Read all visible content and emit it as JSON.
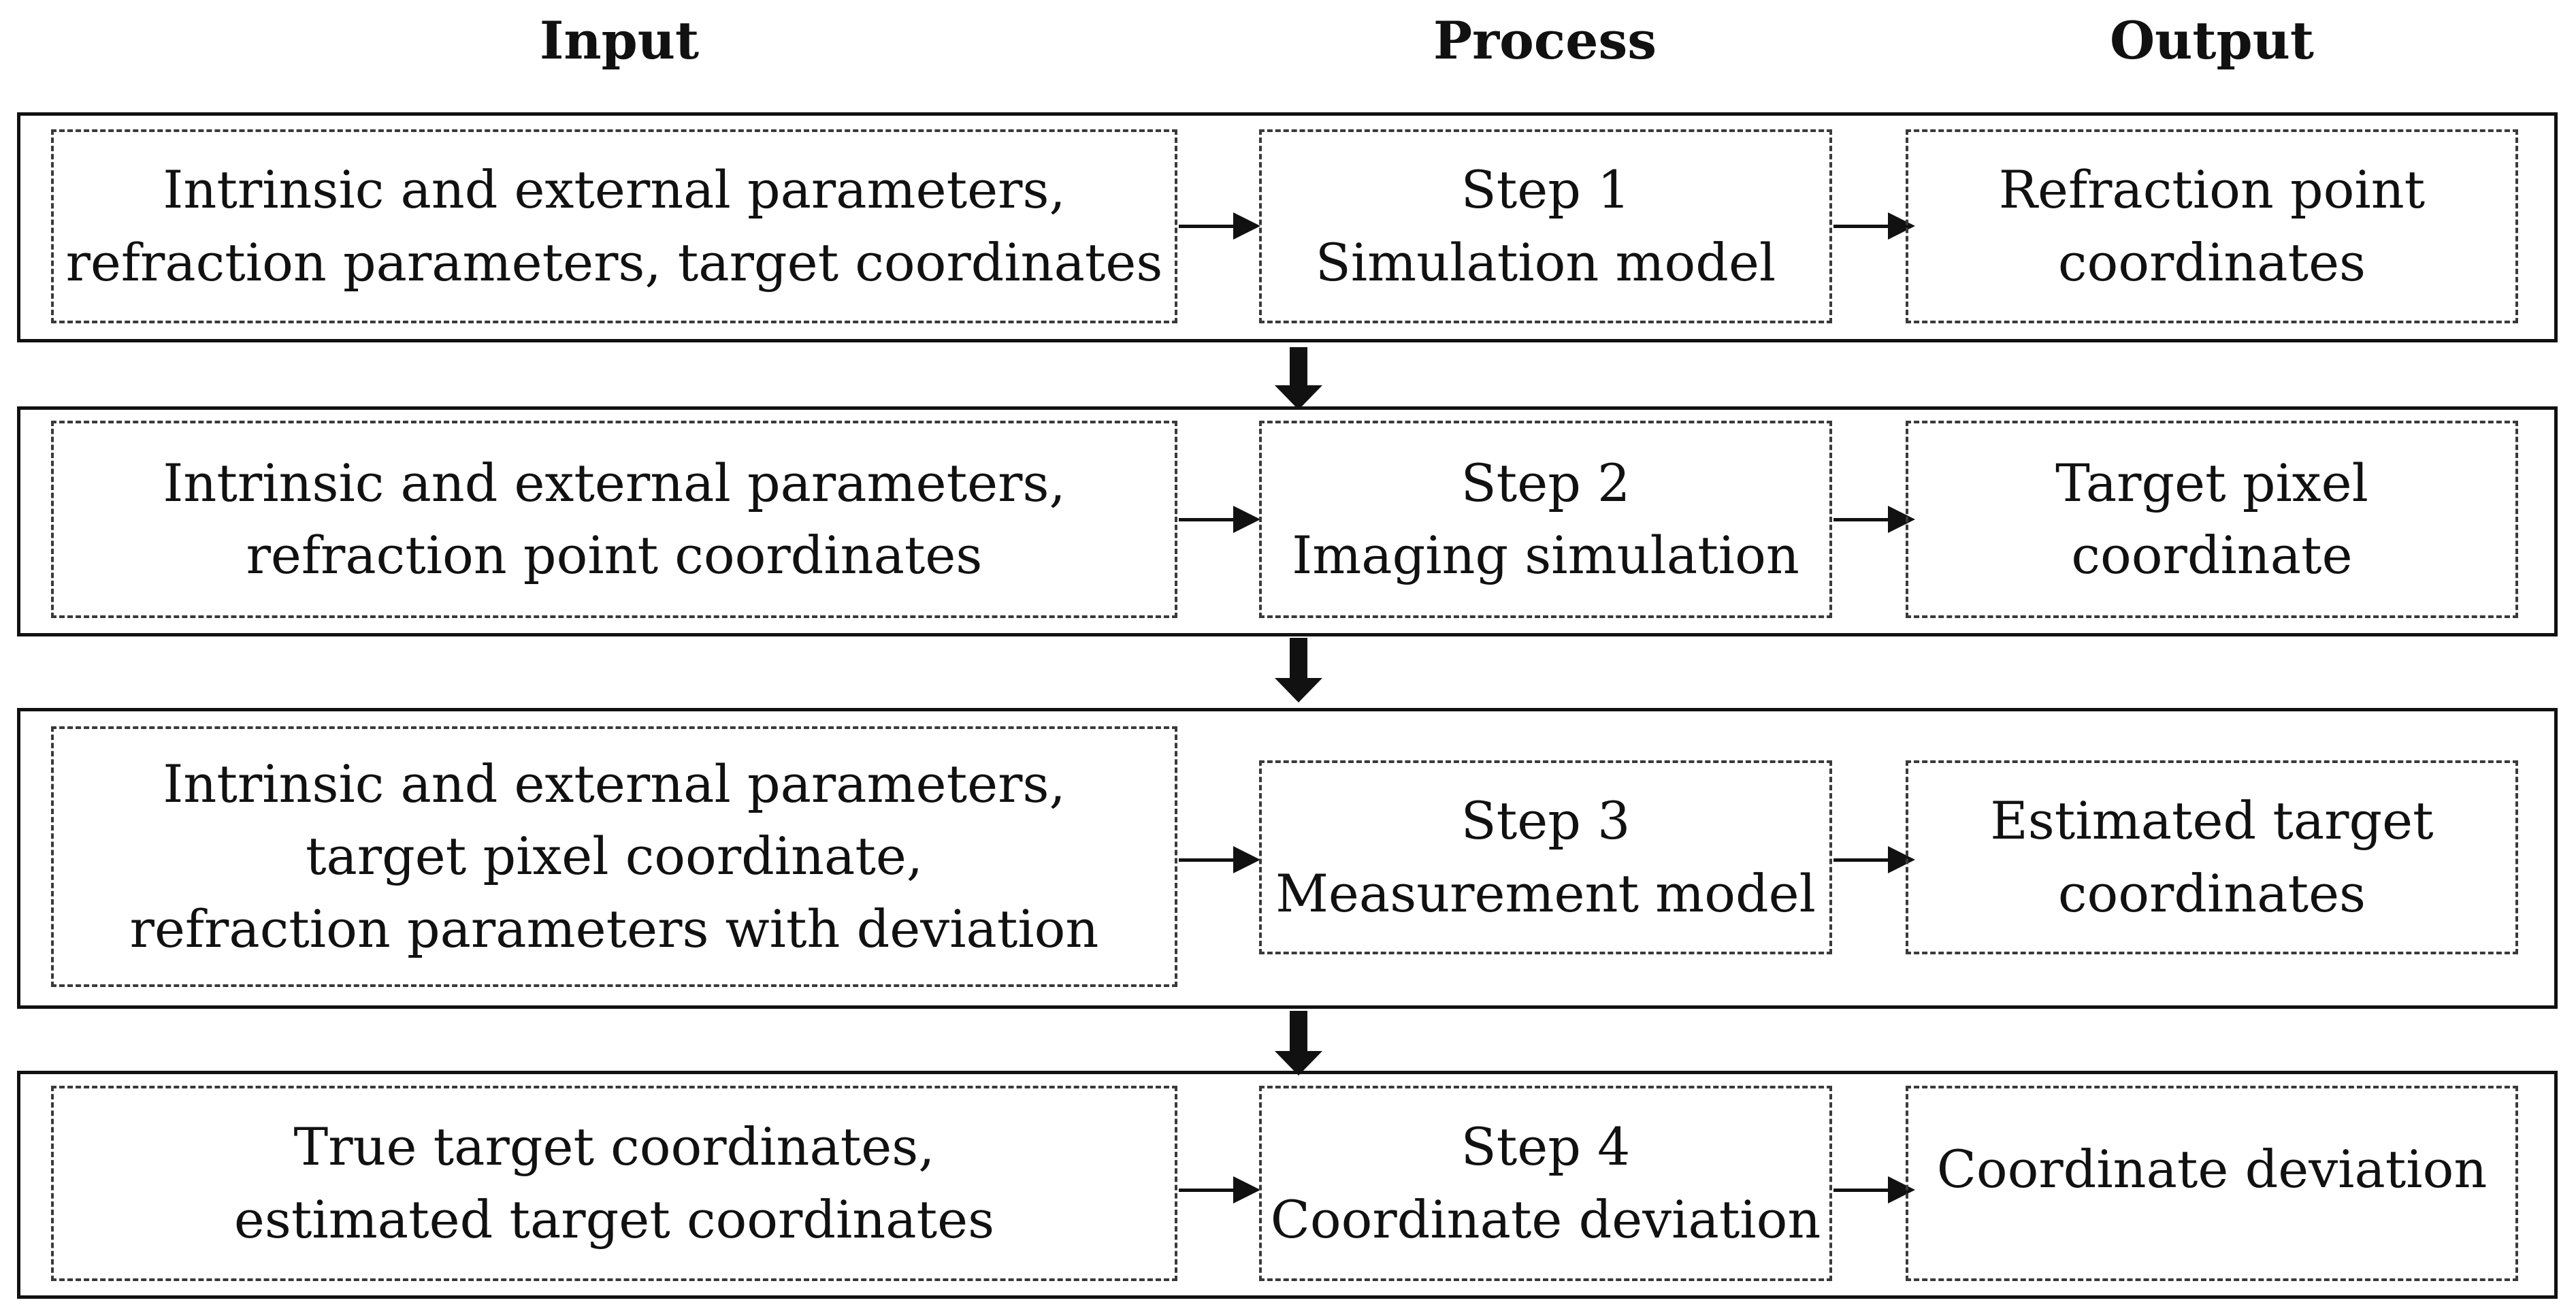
{
  "headers": {
    "input": "Input",
    "process": "Process",
    "output": "Output"
  },
  "steps": [
    {
      "input": "Intrinsic and external parameters,\nrefraction parameters, target coordinates",
      "process": "Step 1\nSimulation model",
      "output": "Refraction point\ncoordinates"
    },
    {
      "input": "Intrinsic and external parameters,\nrefraction point coordinates",
      "process": "Step 2\nImaging simulation",
      "output": "Target pixel\ncoordinate"
    },
    {
      "input": "Intrinsic and external parameters,\ntarget pixel coordinate,\nrefraction parameters with deviation",
      "process": "Step 3\nMeasurement model",
      "output": "Estimated target\ncoordinates"
    },
    {
      "input": "True target coordinates,\nestimated target coordinates",
      "process": "Step 4\nCoordinate deviation",
      "output": "Coordinate deviation"
    }
  ]
}
